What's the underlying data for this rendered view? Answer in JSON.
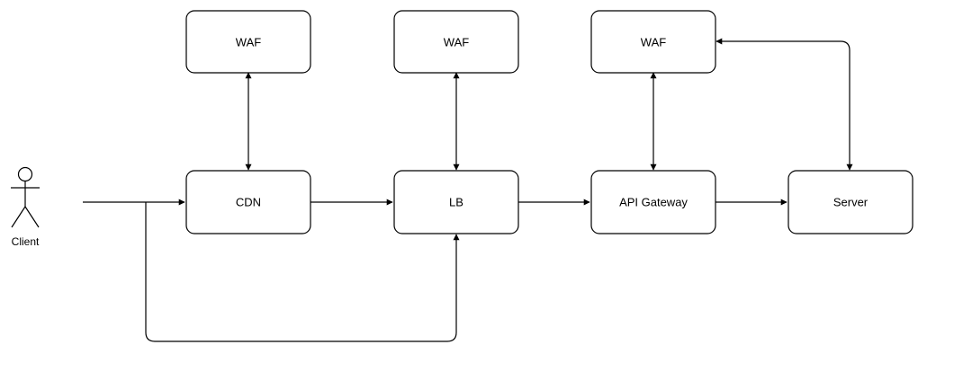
{
  "diagram": {
    "actor": {
      "label": "Client"
    },
    "nodes": {
      "waf_cdn": {
        "label": "WAF"
      },
      "waf_lb": {
        "label": "WAF"
      },
      "waf_gateway": {
        "label": "WAF"
      },
      "cdn": {
        "label": "CDN"
      },
      "lb": {
        "label": "LB"
      },
      "gateway": {
        "label": "API Gateway"
      },
      "server": {
        "label": "Server"
      }
    },
    "edges": [
      {
        "from": "client",
        "to": "cdn",
        "direction": "one-way"
      },
      {
        "from": "client",
        "to": "lb",
        "direction": "one-way"
      },
      {
        "from": "cdn",
        "to": "waf_cdn",
        "direction": "two-way"
      },
      {
        "from": "cdn",
        "to": "lb",
        "direction": "one-way"
      },
      {
        "from": "lb",
        "to": "waf_lb",
        "direction": "two-way"
      },
      {
        "from": "lb",
        "to": "gateway",
        "direction": "one-way"
      },
      {
        "from": "gateway",
        "to": "waf_gateway",
        "direction": "two-way"
      },
      {
        "from": "gateway",
        "to": "server",
        "direction": "one-way"
      },
      {
        "from": "server",
        "to": "waf_gateway",
        "direction": "two-way"
      }
    ]
  }
}
